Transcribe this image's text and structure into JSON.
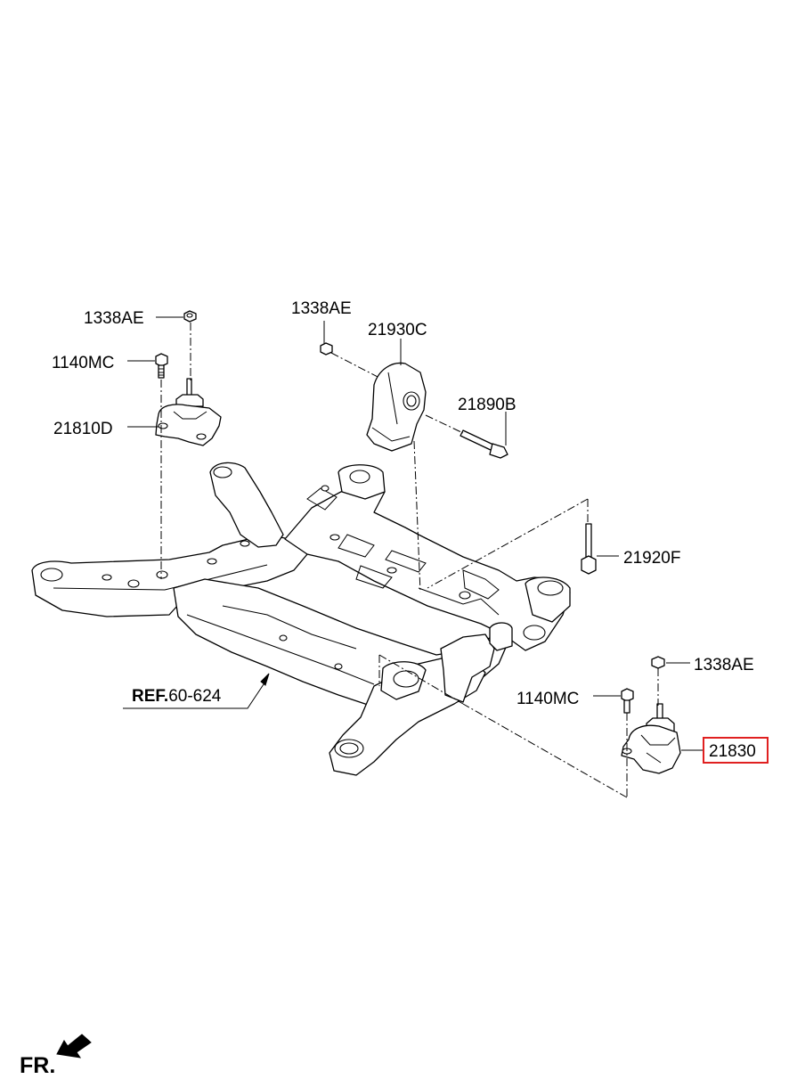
{
  "callouts": {
    "nut_left": "1338AE",
    "bolt_left": "1140MC",
    "mount_left": "21810D",
    "nut_center": "1338AE",
    "mount_center": "21930C",
    "bolt_center": "21890B",
    "bolt_right_long": "21920F",
    "nut_right": "1338AE",
    "bolt_right": "1140MC",
    "mount_right": "21830",
    "ref_prefix": "REF.",
    "ref_number": "60-624",
    "front_indicator": "FR."
  },
  "highlight": {
    "callout_box_color": "#e02020",
    "highlighted_part": "21830"
  }
}
